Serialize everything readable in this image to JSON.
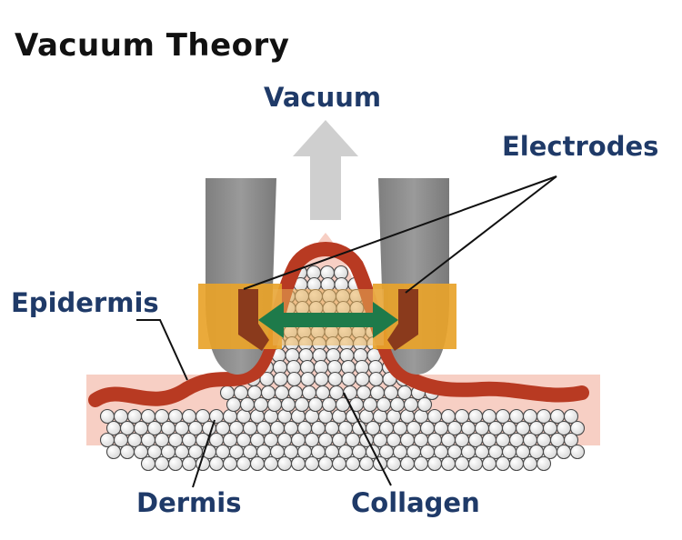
{
  "title": "Vacuum Theory",
  "labels": {
    "vacuum": "Vacuum",
    "electrodes": "Electrodes",
    "epidermis": "Epidermis",
    "dermis": "Dermis",
    "collagen": "Collagen"
  },
  "colors": {
    "label": "#1f3a68",
    "skin_surface": "#f6c9bd",
    "epidermis": "#b83a22",
    "probe": "#8c8c8c",
    "electrode_band": "#e8a32a",
    "electrode": "#8a3a1c",
    "arrow": "#1e7a4a",
    "vacuum_arrow": "#c8c8c8"
  }
}
